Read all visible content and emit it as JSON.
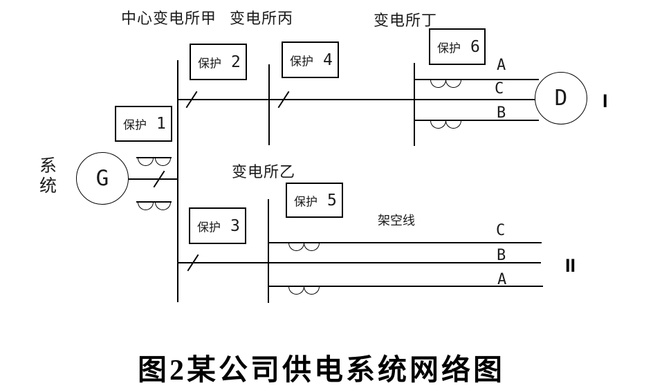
{
  "figure": {
    "title": "图2某公司供电系统网络图"
  },
  "stations": {
    "jia": "中心变电所甲",
    "bing": "变电所丙",
    "ding": "变电所丁",
    "yi": "变电所乙"
  },
  "labels": {
    "system": "系统",
    "overhead_line": "架空线",
    "generator": "G",
    "load_d": "D",
    "section_1": "I",
    "section_2": "II"
  },
  "protections": [
    {
      "name": "保护",
      "number": "1"
    },
    {
      "name": "保护",
      "number": "2"
    },
    {
      "name": "保护",
      "number": "3"
    },
    {
      "name": "保护",
      "number": "4"
    },
    {
      "name": "保护",
      "number": "5"
    },
    {
      "name": "保护",
      "number": "6"
    }
  ],
  "phases": {
    "line1": [
      "A",
      "C",
      "B"
    ],
    "line2": [
      "C",
      "B",
      "A"
    ]
  },
  "colors": {
    "line": "#000000",
    "background": "#ffffff"
  }
}
